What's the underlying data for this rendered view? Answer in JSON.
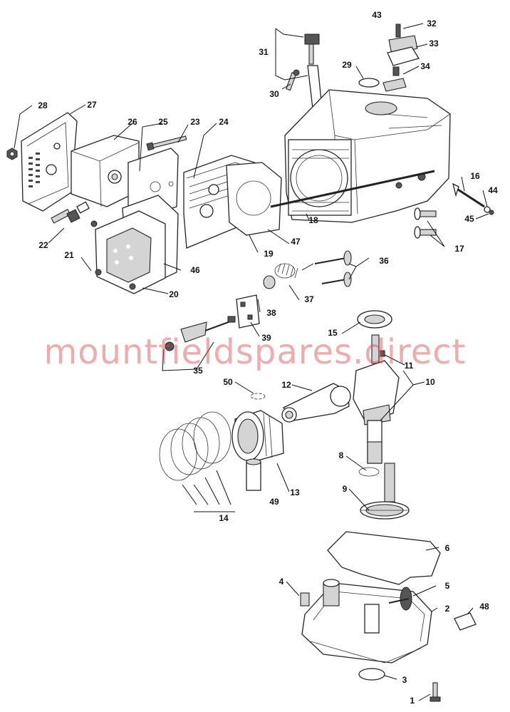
{
  "watermark": "mountfieldspares.direct",
  "callouts": {
    "p1": "1",
    "p2": "2",
    "p3": "3",
    "p4": "4",
    "p5": "5",
    "p6": "6",
    "p8": "8",
    "p9": "9",
    "p10": "10",
    "p11": "11",
    "p12": "12",
    "p13": "13",
    "p14": "14",
    "p15": "15",
    "p16": "16",
    "p17": "17",
    "p18": "18",
    "p19": "19",
    "p20": "20",
    "p21": "21",
    "p22": "22",
    "p23": "23",
    "p24": "24",
    "p25": "25",
    "p26": "26",
    "p27": "27",
    "p28": "28",
    "p29": "29",
    "p30": "30",
    "p31": "31",
    "p32": "32",
    "p33": "33",
    "p34": "34",
    "p35": "35",
    "p36": "36",
    "p37": "37",
    "p38": "38",
    "p39": "39",
    "p43": "43",
    "p44": "44",
    "p45": "45",
    "p46": "46",
    "p47": "47",
    "p48": "48",
    "p49": "49",
    "p50": "50"
  }
}
